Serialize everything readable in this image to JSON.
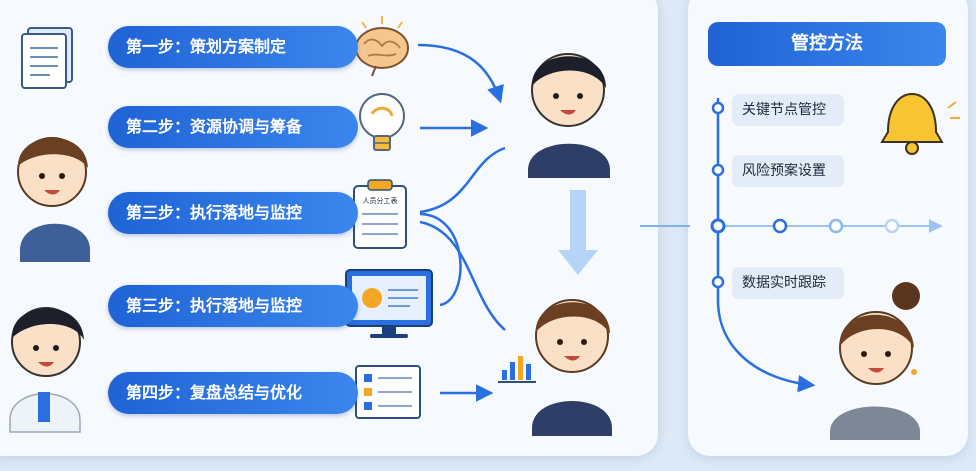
{
  "steps": [
    {
      "label": "第一步：策划方案制定",
      "icon": "brain-icon"
    },
    {
      "label": "第二步：资源协调与筹备",
      "icon": "lightbulb-icon"
    },
    {
      "label": "第三步：执行落地与监控",
      "icon": "clipboard-icon"
    },
    {
      "label": "第三步：执行落地与监控",
      "icon": "monitor-icon"
    },
    {
      "label": "第四步：复盘总结与优化",
      "icon": "checklist-icon"
    }
  ],
  "clipboard_text": "人员分工表",
  "control": {
    "title": "管控方法",
    "methods": [
      "关键节点管控",
      "风险预案设置",
      "数据实时跟踪"
    ]
  },
  "icons": [
    "document-icon",
    "bell-icon",
    "bar-chart-icon"
  ],
  "colors": {
    "accent": "#2a6fe0",
    "panel": "#f6f9fd",
    "background": "#dde9f6",
    "method_box": "#e4ecf8"
  }
}
